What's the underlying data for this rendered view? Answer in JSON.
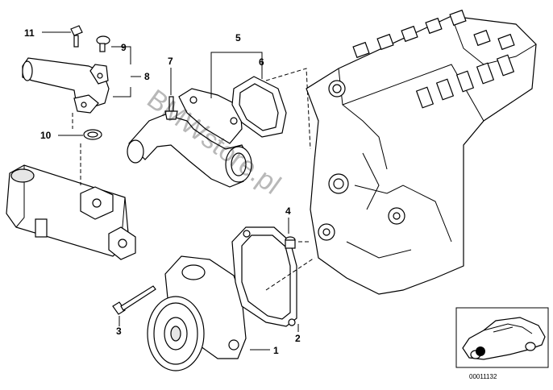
{
  "diagram": {
    "callouts": [
      {
        "id": "c1",
        "label": "1"
      },
      {
        "id": "c2",
        "label": "2"
      },
      {
        "id": "c3",
        "label": "3"
      },
      {
        "id": "c4",
        "label": "4"
      },
      {
        "id": "c5",
        "label": "5"
      },
      {
        "id": "c6",
        "label": "6"
      },
      {
        "id": "c7",
        "label": "7"
      },
      {
        "id": "c8",
        "label": "8"
      },
      {
        "id": "c9",
        "label": "9"
      },
      {
        "id": "c10",
        "label": "10"
      },
      {
        "id": "c11",
        "label": "11"
      }
    ],
    "watermark": "BMWstore.pl",
    "reference_number": "00011132"
  }
}
